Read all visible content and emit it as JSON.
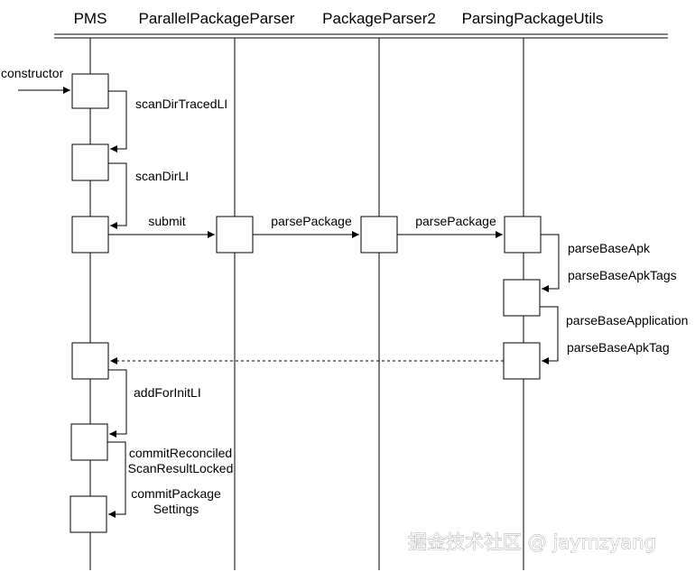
{
  "participants": [
    {
      "id": "pms",
      "label": "PMS"
    },
    {
      "id": "ppp",
      "label": "ParallelPackageParser"
    },
    {
      "id": "pp2",
      "label": "PackageParser2"
    },
    {
      "id": "ppu",
      "label": "ParsingPackageUtils"
    }
  ],
  "messages": {
    "constructor": "constructor",
    "scanDirTracedLI": "scanDirTracedLI",
    "scanDirLI": "scanDirLI",
    "submit": "submit",
    "parsePackage1": "parsePackage",
    "parsePackage2": "parsePackage",
    "parseBaseApk": "parseBaseApk",
    "parseBaseApkTags": "parseBaseApkTags",
    "parseBaseApplication": "parseBaseApplication",
    "parseBaseApkTag": "parseBaseApkTag",
    "addForInitLI": "addForInitLI",
    "commitReconciled": {
      "line1": "commitReconciled",
      "line2": "ScanResultLocked"
    },
    "commitPackage": {
      "line1": "commitPackage",
      "line2": "Settings"
    }
  },
  "watermark": "掘金技术社区 @ jaymzyang"
}
